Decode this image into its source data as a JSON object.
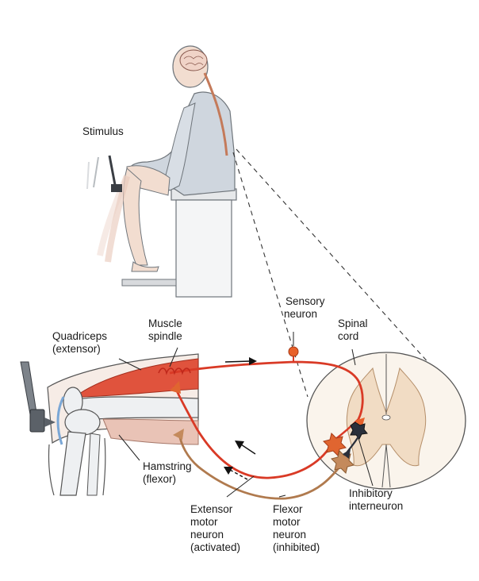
{
  "labels": {
    "stimulus": "Stimulus",
    "sensory_neuron": [
      "Sensory",
      "neuron"
    ],
    "spinal_cord": [
      "Spinal",
      "cord"
    ],
    "muscle_spindle": [
      "Muscle",
      "spindle"
    ],
    "quadriceps": [
      "Quadriceps",
      "(extensor)"
    ],
    "hamstring": [
      "Hamstring",
      "(flexor)"
    ],
    "extensor_motor_neuron": [
      "Extensor",
      "motor",
      "neuron",
      "(activated)"
    ],
    "flexor_motor_neuron": [
      "Flexor",
      "motor",
      "neuron",
      "(inhibited)"
    ],
    "inhibitory_interneuron": [
      "Inhibitory",
      "interneuron"
    ]
  },
  "colors": {
    "sensory_pathway": "#d93a26",
    "flexor_pathway": "#b07a4e",
    "interneuron": "#2a2f3a",
    "quadriceps_muscle": "#e0533d",
    "hamstring_muscle": "#e9c3b6",
    "bone": "#eef0f2",
    "gray_matter": "#f1dcc4",
    "figure_gown": "#cfd6de"
  }
}
